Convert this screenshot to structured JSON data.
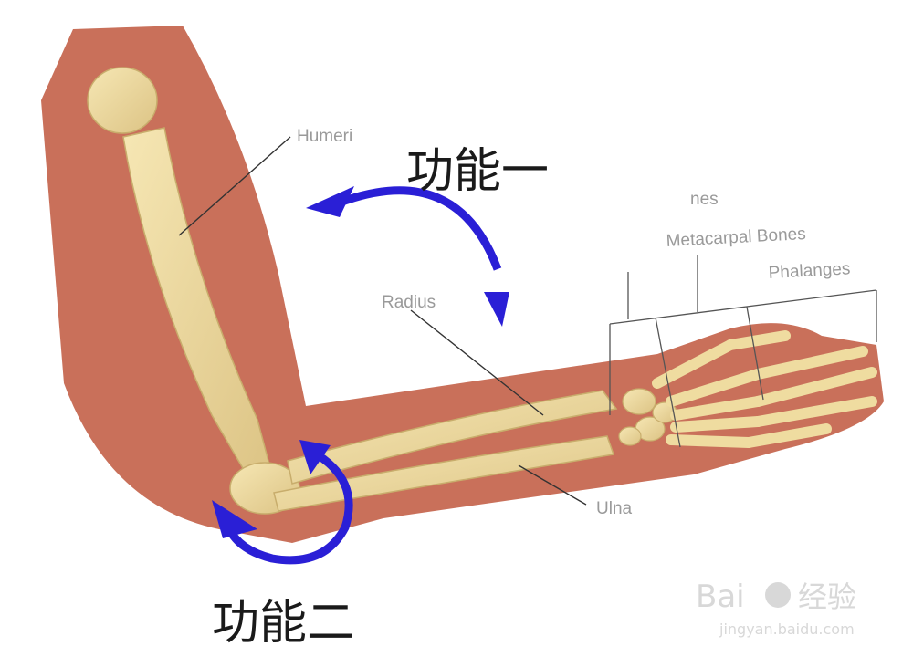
{
  "labels": {
    "humerus": "Humeri",
    "radius": "Radius",
    "ulna": "Ulna",
    "carpals": "nes",
    "metacarpals": "Metacarpal Bones",
    "phalanges": "Phalanges"
  },
  "annotations": {
    "function_one": "功能一",
    "function_two": "功能二"
  },
  "watermark": {
    "brand": "Bai",
    "brand_suffix": "经验",
    "url": "jingyan.baidu.com"
  },
  "colors": {
    "skin": "#c9705a",
    "bone": "#efdca0",
    "arrow": "#2a1fd6",
    "leader_line": "#333333"
  }
}
